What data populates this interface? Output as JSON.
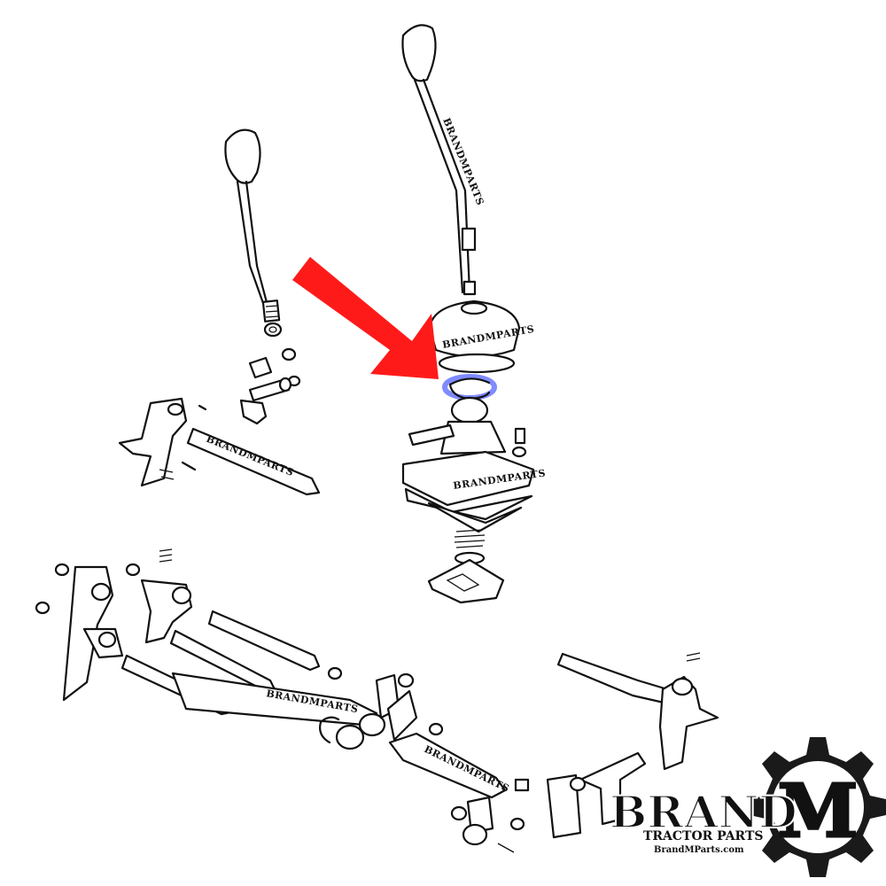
{
  "parts_watermark": "BRANDMPARTS",
  "logo": {
    "word": "BRAND",
    "letter": "M",
    "tagline": "TRACTOR PARTS",
    "url": "BrandMParts.com"
  },
  "colors": {
    "arrow": "#ff1a1a",
    "highlight": "#3b4dff",
    "logo_red": "#e31b23",
    "ink": "#111111"
  },
  "highlighted_part": "retaining-ring",
  "icons": {
    "pointer": "red-arrow-icon",
    "gear": "gear-icon"
  }
}
